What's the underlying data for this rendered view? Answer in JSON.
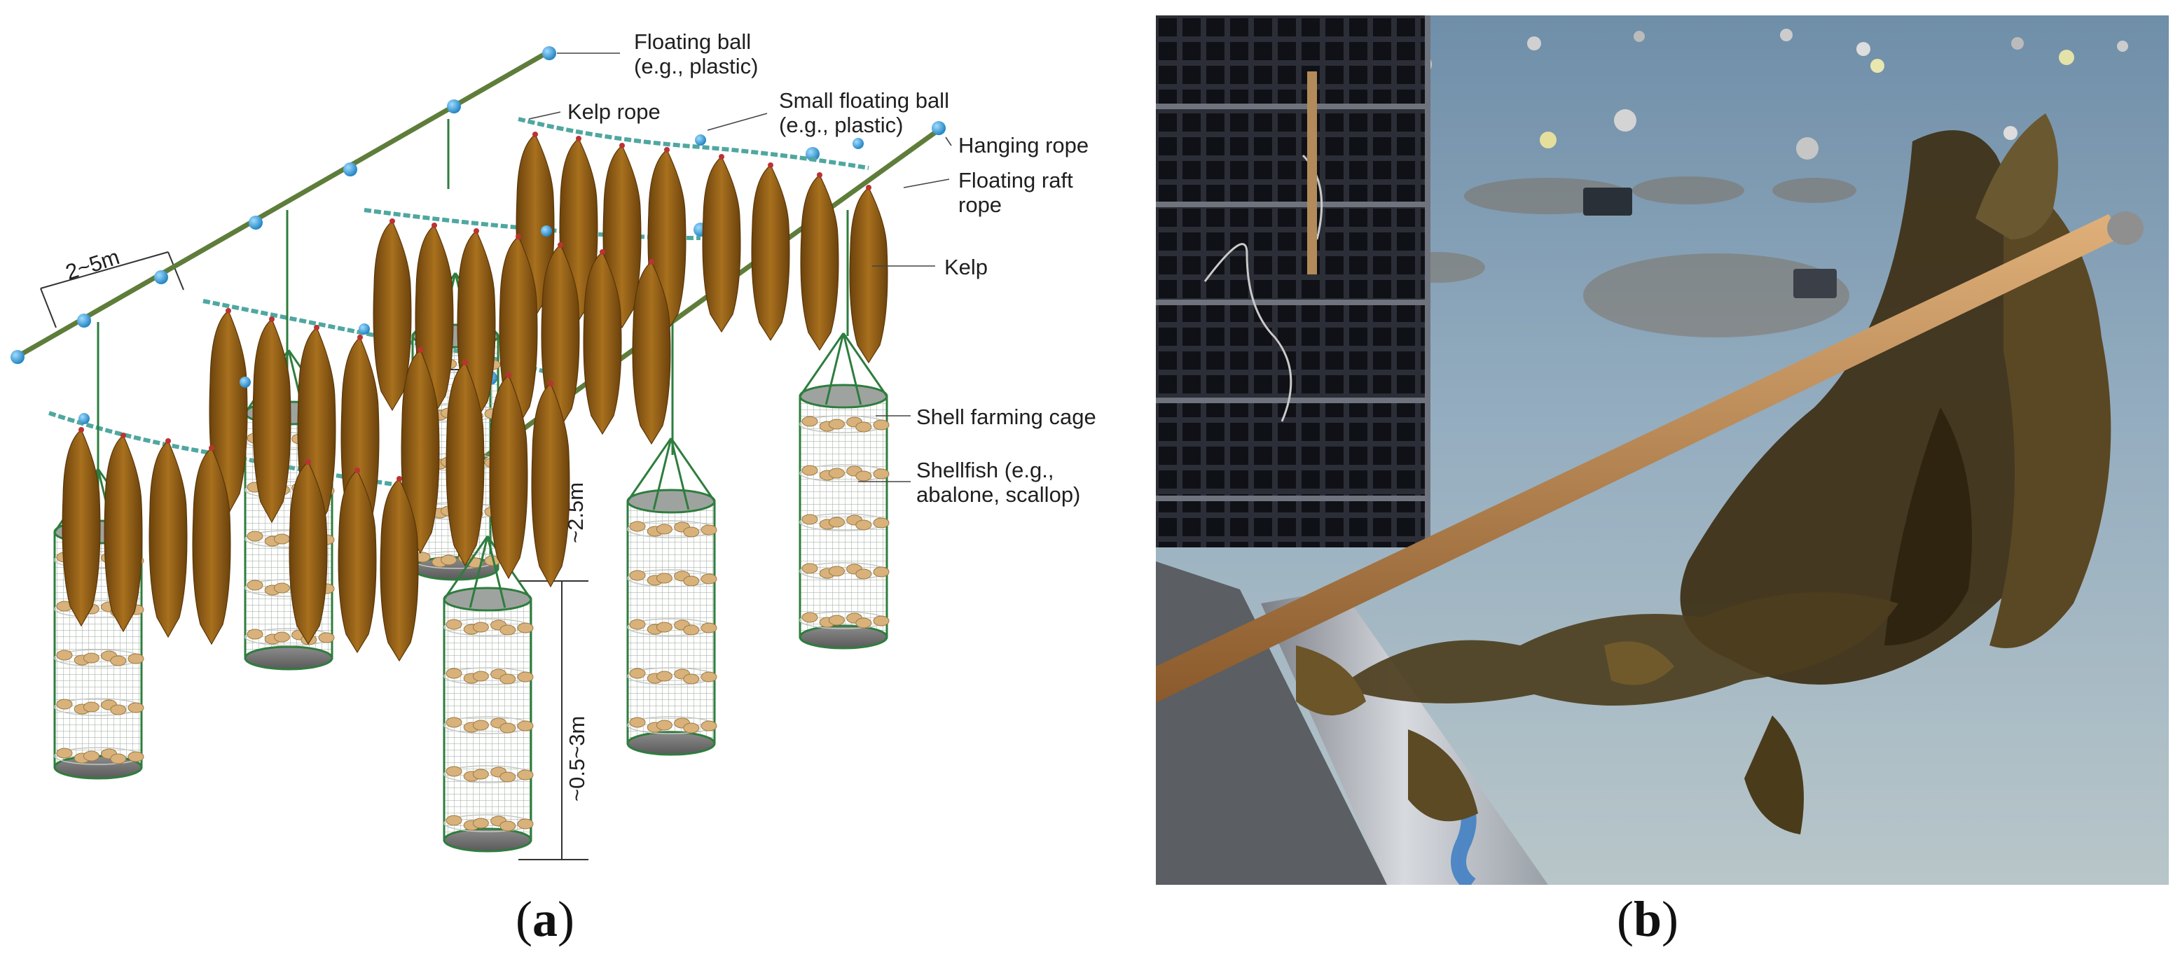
{
  "panel_a": {
    "caption_open": "(",
    "caption_letter": "a",
    "caption_close": ")",
    "labels": {
      "floating_ball_1": "Floating ball",
      "floating_ball_2": "(e.g., plastic)",
      "kelp_rope": "Kelp rope",
      "small_floating_ball_1": "Small floating ball",
      "small_floating_ball_2": "(e.g., plastic)",
      "hanging_rope": "Hanging rope",
      "floating_raft_rope_1": "Floating raft",
      "floating_raft_rope_2": "rope",
      "kelp": "Kelp",
      "shell_cage": "Shell farming cage",
      "shellfish_1": "Shellfish (e.g.,",
      "shellfish_2": "abalone, scallop)"
    },
    "dimensions": {
      "spacing": "2~5m",
      "hanging_depth": "~2.5m",
      "cage_height": "~0.5~3m"
    },
    "colors": {
      "raft_rope": "#5e7d3a",
      "float_ball": "#2f9bd6",
      "kelp_rope": "#4fa7a0",
      "kelp_blade": "#8a5a14",
      "cage_mesh": "#2e7d3e",
      "shellfish": "#d8b27a"
    }
  },
  "panel_b": {
    "caption_open": "(",
    "caption_letter": "b",
    "caption_close": ")",
    "photo_subject": "kelp-on-pole-photo",
    "colors": {
      "water": "#8fa9bd",
      "kelp": "#4a3b1d",
      "pole": "#c08a54",
      "crate": "#2a2c33"
    }
  }
}
